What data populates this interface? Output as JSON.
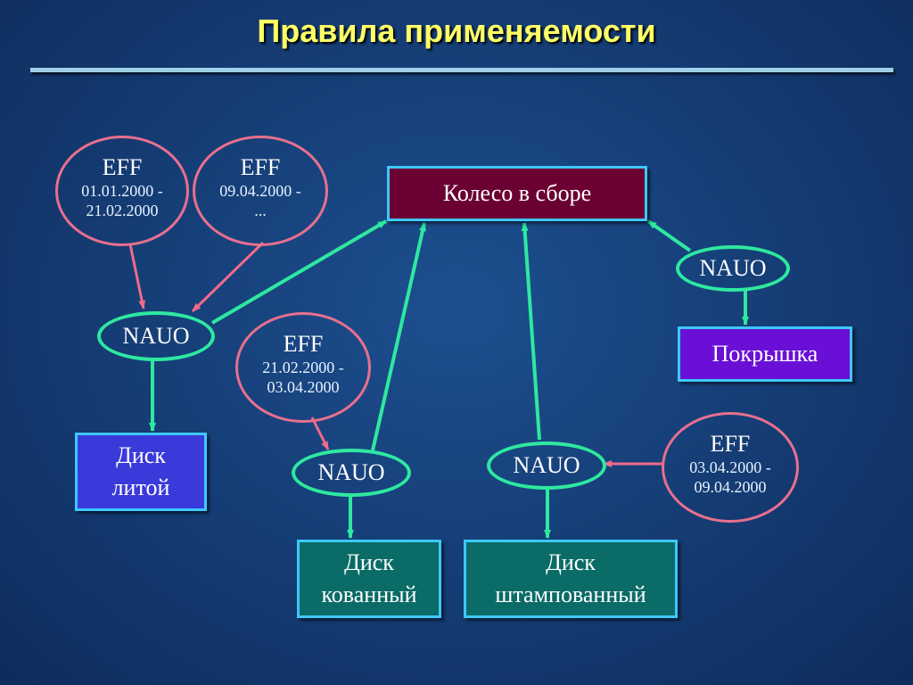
{
  "slide": {
    "title": "Правила применяемости"
  },
  "boxes": {
    "assembly": "Колесо в сборе",
    "tire": "Покрышка",
    "cast_disc": "Диск\nлитой",
    "forged_disc": "Диск\nкованный",
    "stamped_disc": "Диск\nштампованный"
  },
  "nauo": {
    "cast": "NAUO",
    "forged": "NAUO",
    "stamped": "NAUO",
    "tire": "NAUO"
  },
  "eff": {
    "e1": {
      "label": "EFF",
      "line1": "01.01.2000 -",
      "line2": "21.02.2000"
    },
    "e2": {
      "label": "EFF",
      "line1": "09.04.2000 -",
      "line2": "..."
    },
    "e3": {
      "label": "EFF",
      "line1": "21.02.2000 -",
      "line2": "03.04.2000"
    },
    "e4": {
      "label": "EFF",
      "line1": "03.04.2000 -",
      "line2": "09.04.2000"
    }
  },
  "colors": {
    "assembly_fill": "#6b0033",
    "tire_fill": "#6a0fd6",
    "cast_fill": "#3a3adb",
    "forged_fill": "#0b6b66",
    "stamped_fill": "#0b6b66",
    "box_border": "#3ec8ff",
    "nauo_arrow": "#2ee8a0",
    "eff_arrow": "#f06a8c"
  }
}
